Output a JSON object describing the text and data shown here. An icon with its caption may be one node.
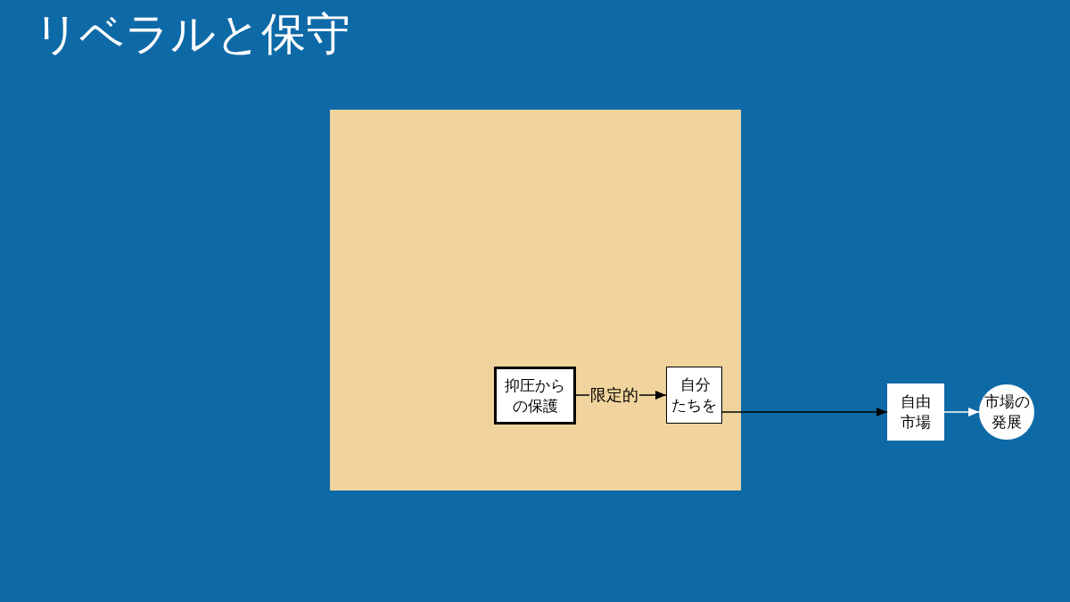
{
  "diagram": {
    "title": "リベラルと保守",
    "nodes": [
      {
        "text": [],
        "shape": "box"
      },
      {
        "text": [
          "抑圧からの保護"
        ],
        "in": 0
      },
      {
        "text": [
          "自分たちを"
        ],
        "in": 0
      },
      {
        "text": [
          "自由市場"
        ]
      },
      {
        "text": [
          "市場の発展"
        ]
      }
    ],
    "edges": [
      {
        "from": 1,
        "to": 2,
        "arrow": "to",
        "label": "限定的"
      },
      {
        "from": 2,
        "to": 3,
        "arrow": "to"
      },
      {
        "from": 3,
        "to": 4,
        "arrow": "to",
        "color": "#ffffff"
      }
    ]
  }
}
